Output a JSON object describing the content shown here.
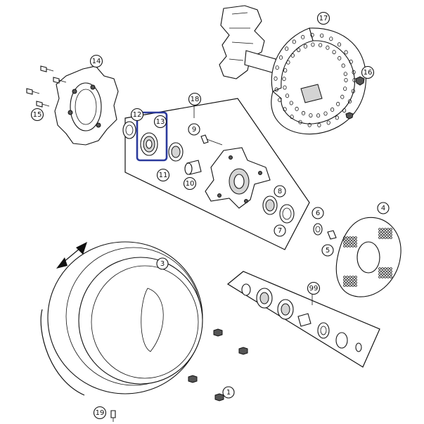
{
  "callouts": [
    {
      "id": "c1",
      "label": "1"
    },
    {
      "id": "c3",
      "label": "3"
    },
    {
      "id": "c4",
      "label": "4"
    },
    {
      "id": "c5",
      "label": "5"
    },
    {
      "id": "c6",
      "label": "6"
    },
    {
      "id": "c7",
      "label": "7"
    },
    {
      "id": "c8",
      "label": "8"
    },
    {
      "id": "c9",
      "label": "9"
    },
    {
      "id": "c10",
      "label": "10"
    },
    {
      "id": "c11",
      "label": "11"
    },
    {
      "id": "c12",
      "label": "12"
    },
    {
      "id": "c13",
      "label": "13"
    },
    {
      "id": "c14",
      "label": "14"
    },
    {
      "id": "c15",
      "label": "15"
    },
    {
      "id": "c16",
      "label": "16"
    },
    {
      "id": "c17",
      "label": "17"
    },
    {
      "id": "c18",
      "label": "18"
    },
    {
      "id": "c19",
      "label": "19"
    },
    {
      "id": "c99",
      "label": "99"
    }
  ],
  "highlight": {
    "label": "13",
    "color": "#2b3a9c"
  }
}
